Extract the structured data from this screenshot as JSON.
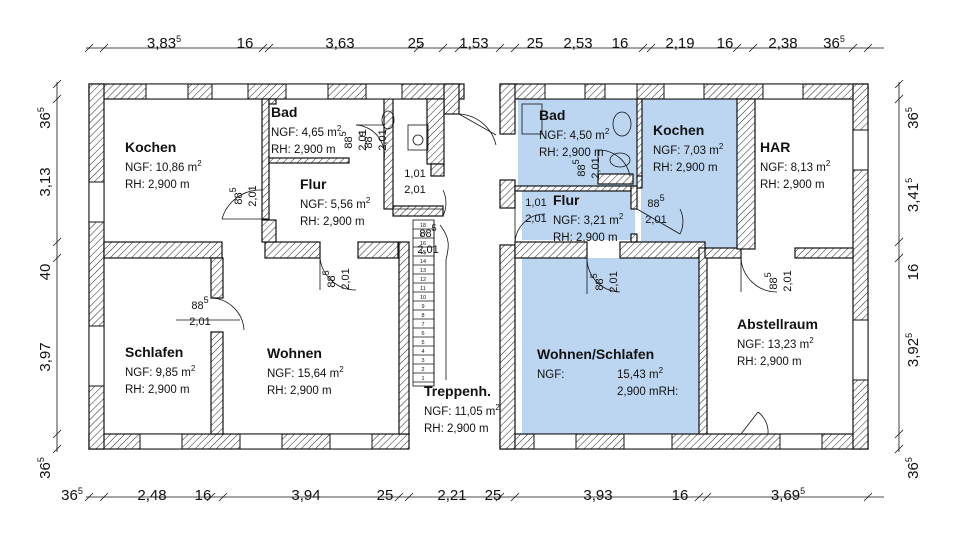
{
  "dimensions": {
    "top": [
      {
        "main": "3,83",
        "sup": "5"
      },
      {
        "main": "16",
        "sup": ""
      },
      {
        "main": "3,63",
        "sup": ""
      },
      {
        "main": "25",
        "sup": ""
      },
      {
        "main": "1,53",
        "sup": ""
      },
      {
        "main": "25",
        "sup": ""
      },
      {
        "main": "2,53",
        "sup": ""
      },
      {
        "main": "16",
        "sup": ""
      },
      {
        "main": "2,19",
        "sup": ""
      },
      {
        "main": "16",
        "sup": ""
      },
      {
        "main": "2,38",
        "sup": ""
      },
      {
        "main": "36",
        "sup": "5"
      }
    ],
    "bottom": [
      {
        "main": "36",
        "sup": "5"
      },
      {
        "main": "2,48",
        "sup": ""
      },
      {
        "main": "16",
        "sup": ""
      },
      {
        "main": "3,94",
        "sup": ""
      },
      {
        "main": "25",
        "sup": ""
      },
      {
        "main": "2,21",
        "sup": ""
      },
      {
        "main": "25",
        "sup": ""
      },
      {
        "main": "3,93",
        "sup": ""
      },
      {
        "main": "16",
        "sup": ""
      },
      {
        "main": "3,69",
        "sup": "5"
      }
    ],
    "left": [
      {
        "main": "36",
        "sup": "5"
      },
      {
        "main": "3,13",
        "sup": ""
      },
      {
        "main": "40",
        "sup": ""
      },
      {
        "main": "3,97",
        "sup": ""
      },
      {
        "main": "36",
        "sup": "5"
      }
    ],
    "right": [
      {
        "main": "36",
        "sup": "5"
      },
      {
        "main": "3,41",
        "sup": "5"
      },
      {
        "main": "16",
        "sup": ""
      },
      {
        "main": "3,92",
        "sup": "5"
      },
      {
        "main": "36",
        "sup": "5"
      }
    ]
  },
  "rooms": [
    {
      "name": "Kochen",
      "ngf": "NGF: 10,86 m",
      "rh": "RH:   2,900 m"
    },
    {
      "name": "Bad",
      "ngf": "NGF: 4,65 m",
      "rh": "RH: 2,900 m"
    },
    {
      "name": "Flur",
      "ngf": "NGF: 5,56 m",
      "rh": "RH: 2,900 m"
    },
    {
      "name": "Schlafen",
      "ngf": "NGF: 9,85 m",
      "rh": "RH: 2,900 m"
    },
    {
      "name": "Wohnen",
      "ngf": "NGF: 15,64 m",
      "rh": "RH:   2,900 m"
    },
    {
      "name": "Treppenh.",
      "ngf": "NGF: 11,05 m",
      "rh": "RH:   2,900 m"
    },
    {
      "name": "Bad",
      "ngf": "NGF: 4,50 m",
      "rh": "RH: 2,900 m"
    },
    {
      "name": "Kochen",
      "ngf": "NGF: 7,03 m",
      "rh": "RH: 2,900 m"
    },
    {
      "name": "HAR",
      "ngf": "NGF: 8,13 m",
      "rh": "RH: 2,900 m"
    },
    {
      "name": "Flur",
      "ngf": "NGF: 3,21 m",
      "rh": "RH: 2,900 m"
    },
    {
      "name": "Wohnen/Schlafen",
      "ngf": "NGF:",
      "ngf_value": "15,43 m",
      "rh": "RH:",
      "rh_value": "2,900 m"
    },
    {
      "name": "Abstellraum",
      "ngf": "NGF:   13,23 m",
      "rh": "RH:      2,900 m"
    }
  ],
  "area_unit_sup": "2",
  "door_labels": [
    {
      "w": "88",
      "w_sup": "5",
      "h": "2,01"
    },
    {
      "w": "88",
      "w_sup": "5",
      "h": "2,01"
    },
    {
      "w": "1,01",
      "w_sup": "",
      "h": "2,01"
    },
    {
      "w": "88",
      "w_sup": "5",
      "h": "2,01"
    },
    {
      "w": "88",
      "w_sup": "5",
      "h": "2,01"
    },
    {
      "w": "88",
      "w_sup": "5",
      "h": "2,01"
    },
    {
      "w": "1,01",
      "w_sup": "",
      "h": "2,01"
    },
    {
      "w": "88",
      "w_sup": "5",
      "h": "2,01"
    },
    {
      "w": "88",
      "w_sup": "5",
      "h": "2,01"
    },
    {
      "w": "88",
      "w_sup": "5",
      "h": "2,01"
    },
    {
      "w": "88",
      "w_sup": "5",
      "h": "2,01"
    },
    {
      "w": "88",
      "w_sup": "5",
      "h": "2,01"
    }
  ],
  "stair_numbers": [
    "18",
    "17",
    "16",
    "15",
    "14",
    "13",
    "12",
    "11",
    "10",
    "9",
    "8",
    "7",
    "6",
    "5",
    "4",
    "3",
    "2",
    "1"
  ],
  "colors": {
    "highlight": "#bcd6f2",
    "line": "#111111"
  }
}
